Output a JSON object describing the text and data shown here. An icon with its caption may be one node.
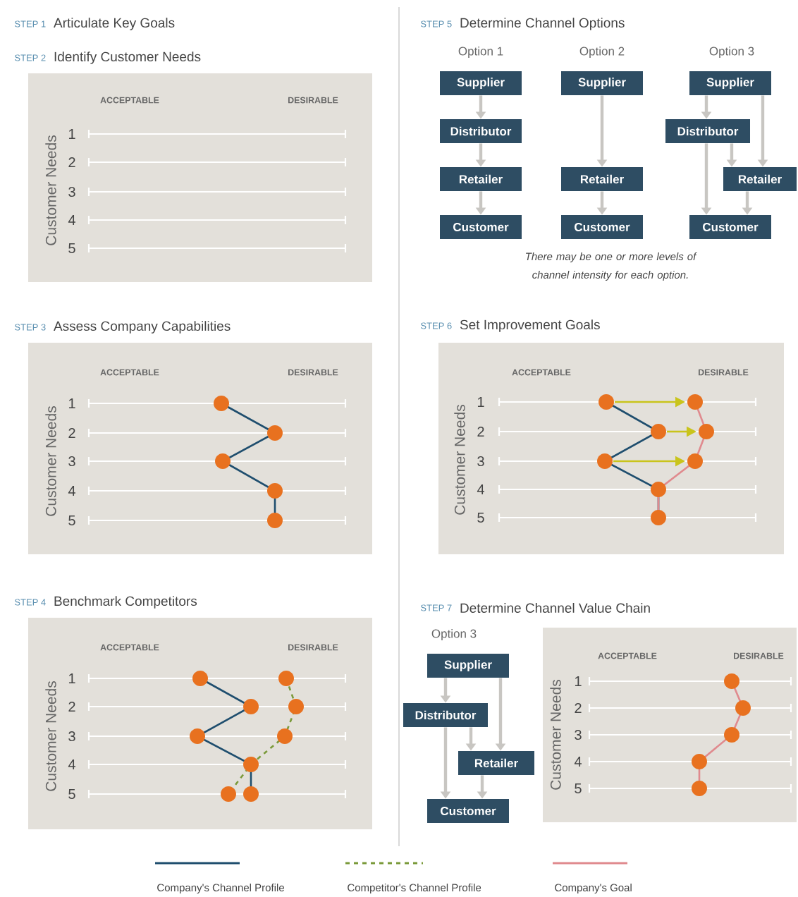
{
  "diagram": {
    "nodes": [
      {
        "text": [
          "Supplier"
        ]
      },
      {
        "text": [
          "Distributor"
        ]
      },
      {
        "text": [
          "Retailer"
        ]
      },
      {
        "text": [
          "Customer"
        ]
      },
      {
        "text": [
          "Supplier"
        ]
      },
      {
        "text": [
          "Retailer"
        ]
      },
      {
        "text": [
          "Customer"
        ]
      },
      {
        "text": [
          "Supplier"
        ]
      },
      {
        "text": [
          "Distributor"
        ]
      },
      {
        "text": [
          "Retailer"
        ]
      },
      {
        "text": [
          "Customer"
        ]
      },
      {
        "text": [
          "Supplier"
        ]
      },
      {
        "text": [
          "Distributor"
        ]
      },
      {
        "text": [
          "Retailer"
        ]
      },
      {
        "text": [
          "Customer"
        ]
      }
    ],
    "edges": [
      {
        "from": 0,
        "to": 1,
        "arrow": "to"
      },
      {
        "from": 1,
        "to": 2,
        "arrow": "to"
      },
      {
        "from": 2,
        "to": 3,
        "arrow": "to"
      },
      {
        "from": 4,
        "to": 5,
        "arrow": "to"
      },
      {
        "from": 5,
        "to": 6,
        "arrow": "to"
      },
      {
        "from": 7,
        "to": 8,
        "arrow": "to"
      },
      {
        "from": 7,
        "to": 9,
        "arrow": "to"
      },
      {
        "from": 8,
        "to": 9,
        "arrow": "to"
      },
      {
        "from": 8,
        "to": 10,
        "arrow": "to"
      },
      {
        "from": 9,
        "to": 10,
        "arrow": "to"
      },
      {
        "from": 11,
        "to": 12,
        "arrow": "to"
      },
      {
        "from": 11,
        "to": 13,
        "arrow": "to"
      },
      {
        "from": 12,
        "to": 13,
        "arrow": "to"
      },
      {
        "from": 12,
        "to": 14,
        "arrow": "to"
      },
      {
        "from": 13,
        "to": 14,
        "arrow": "to"
      }
    ],
    "labels": [
      "STEP 1",
      "Articulate Key Goals",
      "STEP 2",
      "Identify Customer Needs",
      "ACCEPTABLE",
      "DESIRABLE",
      "Customer Needs",
      "1",
      "2",
      "3",
      "4",
      "5",
      "STEP 3",
      "Assess Company Capabilities",
      "ACCEPTABLE",
      "DESIRABLE",
      "Customer Needs",
      "1",
      "2",
      "3",
      "4",
      "5",
      "STEP 4",
      "Benchmark Competitors",
      "ACCEPTABLE",
      "DESIRABLE",
      "Customer Needs",
      "1",
      "2",
      "3",
      "4",
      "5",
      "STEP 5",
      "Determine Channel Options",
      "Option 1",
      "Option 2",
      "Option 3",
      "There may be one or more levels of channel intensity for each option.",
      "STEP 6",
      "Set Improvement Goals",
      "ACCEPTABLE",
      "DESIRABLE",
      "Customer Needs",
      "1",
      "2",
      "3",
      "4",
      "5",
      "STEP 7",
      "Determine Channel Value Chain",
      "Option 3",
      "ACCEPTABLE",
      "DESIRABLE",
      "Customer Needs",
      "1",
      "2",
      "3",
      "4",
      "5"
    ],
    "legend": [
      {
        "text": "Company's Channel Profile"
      },
      {
        "text": "Competitor's Channel Profile"
      },
      {
        "text": "Company's Goal"
      }
    ]
  }
}
